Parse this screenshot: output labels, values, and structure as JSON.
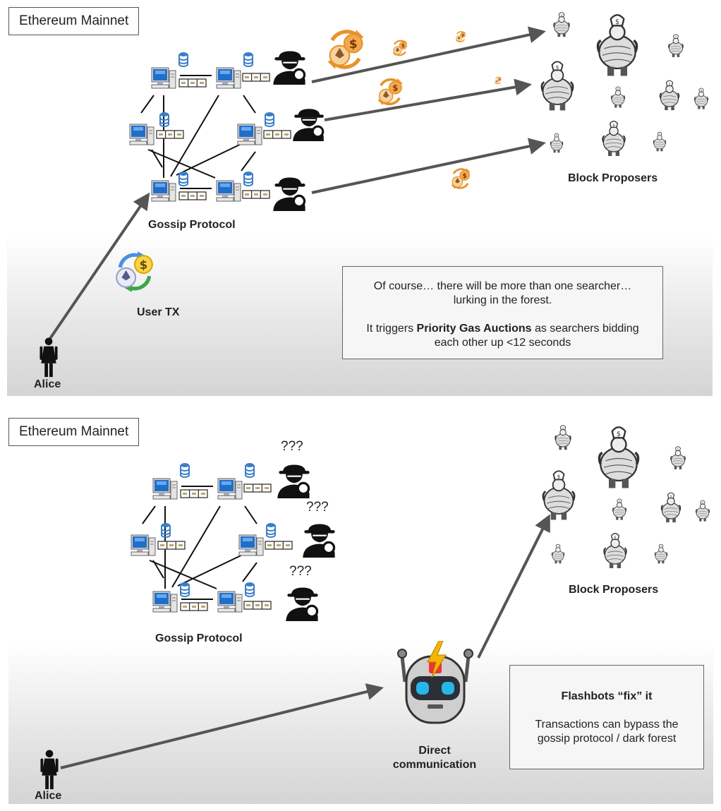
{
  "panel_top": {
    "network_title": "Ethereum Mainnet",
    "gossip_label": "Gossip Protocol",
    "user_tx_label": "User TX",
    "alice_label": "Alice",
    "proposers_label": "Block Proposers",
    "note": {
      "line1": "Of course… there will be more than one searcher…",
      "line2": "lurking in the forest.",
      "line3_pre": "It triggers ",
      "line3_bold": "Priority Gas Auctions",
      "line3_post": " as searchers bidding",
      "line4": "each other up <12 seconds"
    }
  },
  "panel_bottom": {
    "network_title": "Ethereum Mainnet",
    "gossip_label": "Gossip Protocol",
    "alice_label": "Alice",
    "proposers_label": "Block Proposers",
    "question_marks": [
      "???",
      "???",
      "???"
    ],
    "direct_line1": "Direct",
    "direct_line2": "communication",
    "note": {
      "title": "Flashbots “fix” it",
      "line1": "Transactions can bypass the",
      "line2": "gossip protocol / dark forest"
    }
  },
  "icons": [
    "computer-icon",
    "database-icon",
    "mempool-icon",
    "searcher-icon",
    "eth-dollar-swap-icon",
    "person-icon",
    "proposer-icon",
    "flashbots-robot-icon"
  ],
  "colors": {
    "arrow": "#555555",
    "coin": "#e8932a",
    "monitor": "#1f6fc9",
    "eth_swap_blue": "#4a90e2",
    "eth_swap_green": "#3aa64a",
    "robot_eye": "#27b6e8",
    "lightning": "#f5b400"
  }
}
